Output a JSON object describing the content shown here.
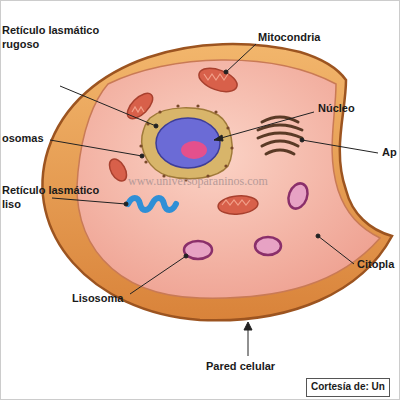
{
  "diagram": {
    "labels": [
      "Retículo lasmático rugoso",
      "Mitocondria",
      "Núcleo",
      "osomas",
      "Ap",
      "www.universoparaninos.com",
      "Retículo lasmático liso",
      "Citopla",
      "Lisosoma",
      "Pared celular",
      "Cortesía de: Un"
    ]
  }
}
